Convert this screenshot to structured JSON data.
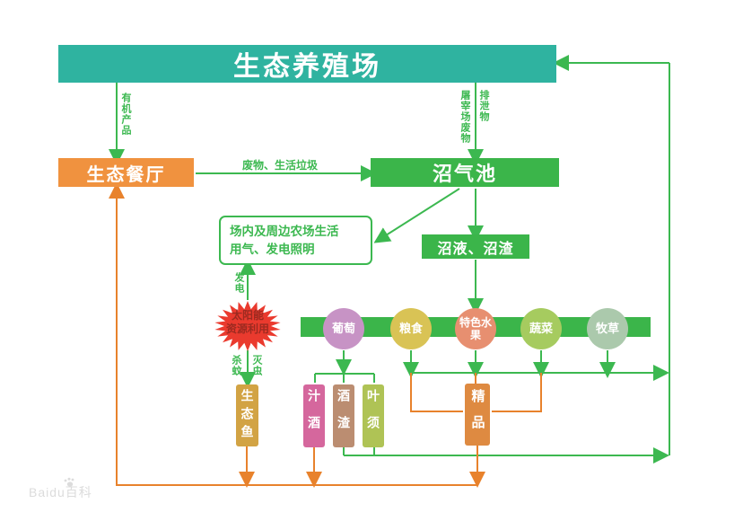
{
  "title": "生态养殖场",
  "nodes": {
    "restaurant": "生态餐厅",
    "biogas_pool": "沼气池",
    "slurry_residue": "沼液、沼渣",
    "gas_use_line1": "场内及周边农场生活",
    "gas_use_line2": "用气、发电照明",
    "solar_line1": "太阳能",
    "solar_line2": "资源利用",
    "eco_fish": "生态鱼",
    "juice_wine": "汁酒",
    "wine_dregs": "酒渣",
    "leaf_whisker": "叶须",
    "premium": "精品"
  },
  "circles": [
    {
      "label": "葡萄",
      "color": "#c793c5"
    },
    {
      "label": "粮食",
      "color": "#d9c355"
    },
    {
      "label": "特色水果",
      "color": "#e78f70"
    },
    {
      "label": "蔬菜",
      "color": "#a6cb5f"
    },
    {
      "label": "牧草",
      "color": "#abc9ac"
    }
  ],
  "labels": {
    "organic_products": "有机产品",
    "slaughter_waste": "屠宰场废物",
    "excreta": "排泄物",
    "waste_garbage": "废物、生活垃圾",
    "power_generation": "发电",
    "kill_mosquito": "杀蚊",
    "kill_insect": "灭虫"
  },
  "colors": {
    "banner_teal": "#2fb3a0",
    "flow_green": "#3cb850",
    "node_green": "#3bb54a",
    "restaurant_orange": "#f0923f",
    "flow_orange": "#e8822c",
    "starburst_red": "#ea3a2e",
    "fish_gold": "#d2a344",
    "juice_pink": "#d5679d",
    "dregs_brown": "#bb8d71",
    "leaf_green": "#afc355",
    "premium_orange": "#de8a41"
  },
  "watermark": "Baidu百科"
}
